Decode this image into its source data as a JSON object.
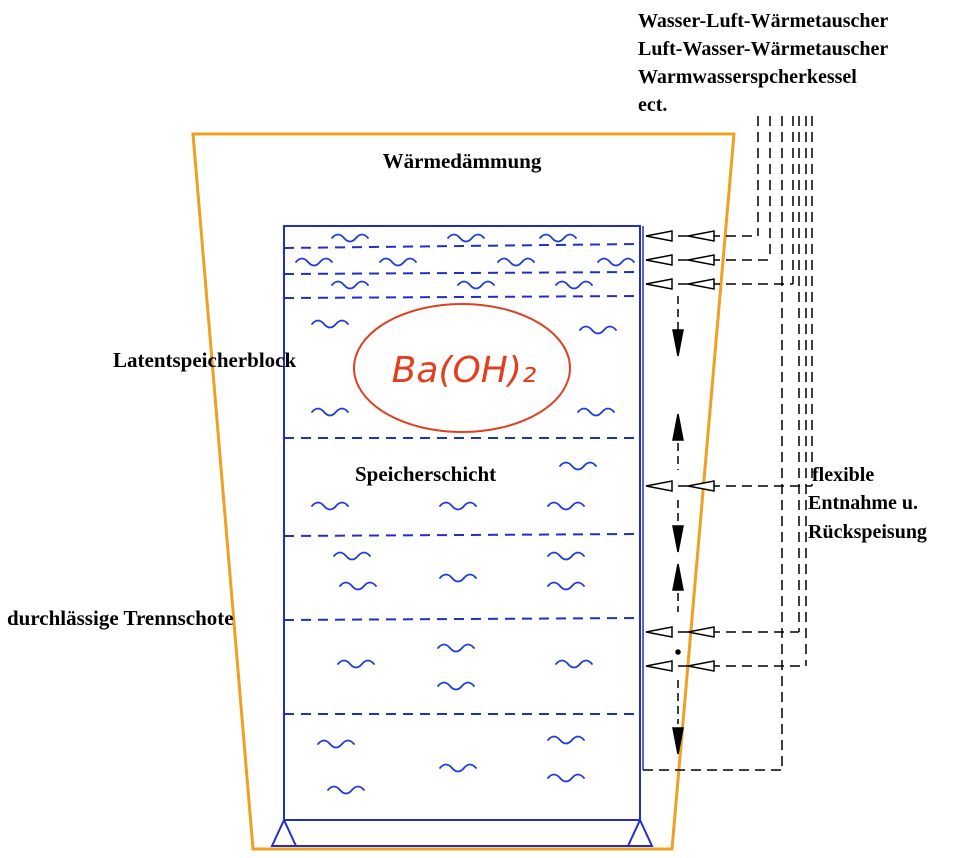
{
  "colors": {
    "insulation": "#f0a020",
    "tank": "#2030c0",
    "water": "#2040d0",
    "chemical": "#e04020",
    "pipes": "#000000",
    "text": "#000000"
  },
  "labels": {
    "exchangers": [
      "Wasser-Luft-Wärmetauscher",
      "Luft-Wasser-Wärmetauscher",
      "Warmwasserspcherkessel",
      "ect."
    ],
    "insulation": "Wärmedämmung",
    "latent_block": "Latentspeicherblock",
    "chemical": "Ba(OH)₂",
    "storage_layer": "Speicherschicht",
    "flexible": [
      "flexible",
      "Entnahme u.",
      "Rückspeisung"
    ],
    "separator": "durchlässige Trennschote"
  },
  "icons": [
    "arrow-left-icon",
    "arrow-down-icon",
    "arrow-up-icon",
    "water-wave-icon"
  ]
}
